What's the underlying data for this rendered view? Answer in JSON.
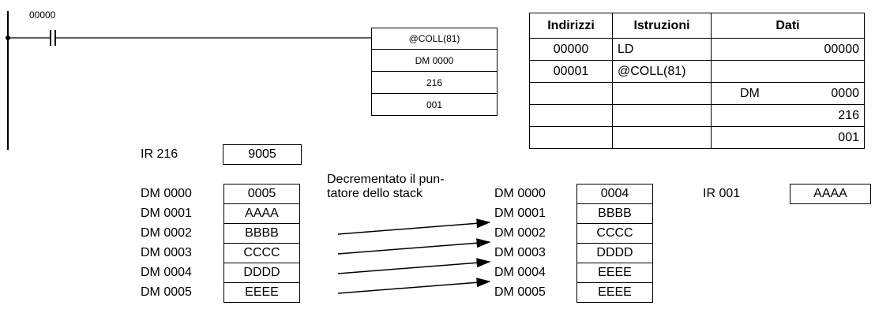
{
  "ladder": {
    "contact_label": "00000",
    "instruction": {
      "name": "@COLL(81)",
      "operand1": "DM 0000",
      "operand2": "216",
      "operand3": "001"
    }
  },
  "mnemonic_table": {
    "headers": [
      "Indirizzi",
      "Istruzioni",
      "Dati"
    ],
    "rows": [
      {
        "address": "00000",
        "instruction": "LD",
        "data_left": "",
        "data_right": "00000"
      },
      {
        "address": "00001",
        "instruction": "@COLL(81)",
        "data_left": "",
        "data_right": ""
      },
      {
        "address": "",
        "instruction": "",
        "data_left": "DM",
        "data_right": "0000"
      },
      {
        "address": "",
        "instruction": "",
        "data_left": "",
        "data_right": "216"
      },
      {
        "address": "",
        "instruction": "",
        "data_left": "",
        "data_right": "001"
      }
    ]
  },
  "ir216": {
    "label": "IR 216",
    "value": "9005"
  },
  "note": {
    "line1": "Decrementato il pun-",
    "line2": "tatore dello stack"
  },
  "before": [
    {
      "label": "DM 0000",
      "value": "0005"
    },
    {
      "label": "DM 0001",
      "value": "AAAA"
    },
    {
      "label": "DM 0002",
      "value": "BBBB"
    },
    {
      "label": "DM 0003",
      "value": "CCCC"
    },
    {
      "label": "DM 0004",
      "value": "DDDD"
    },
    {
      "label": "DM 0005",
      "value": "EEEE"
    }
  ],
  "after": [
    {
      "label": "DM 0000",
      "value": "0004"
    },
    {
      "label": "DM 0001",
      "value": "BBBB"
    },
    {
      "label": "DM 0002",
      "value": "CCCC"
    },
    {
      "label": "DM 0003",
      "value": "DDDD"
    },
    {
      "label": "DM 0004",
      "value": "EEEE"
    },
    {
      "label": "DM 0005",
      "value": "EEEE"
    }
  ],
  "output": {
    "label": "IR 001",
    "value": "AAAA"
  }
}
